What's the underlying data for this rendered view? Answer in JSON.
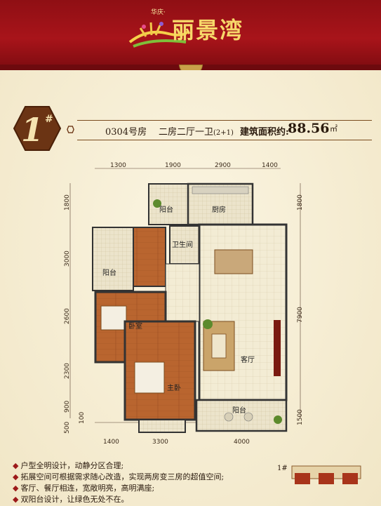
{
  "header": {
    "brand_small": "华庆·",
    "brand_title": "丽景湾"
  },
  "unit": {
    "badge_number": "1",
    "badge_hash": "#",
    "room_no": "0304号房",
    "layout": "二房二厅一卫",
    "layout_note": "(2+1)",
    "area_label": "建筑面积约:",
    "area_value": "88.56",
    "area_unit": "㎡"
  },
  "dimensions": {
    "top": [
      "1300",
      "1900",
      "2900",
      "1400"
    ],
    "bottom": [
      "1400",
      "3300",
      "4000"
    ],
    "left": [
      "1800",
      "3000",
      "2600",
      "2300",
      "900",
      "500"
    ],
    "left_extra": "100",
    "right": [
      "1800",
      "7900",
      "1500"
    ]
  },
  "rooms": {
    "balcony_top": "阳台",
    "kitchen": "厨房",
    "bathroom": "卫生间",
    "balcony_left": "阳台",
    "bedroom": "卧室",
    "master_bedroom": "主卧",
    "living_room": "客厅",
    "balcony_bottom": "阳台"
  },
  "features": [
    "户型全明设计，动静分区合理;",
    "拓展空间可根据需求随心改造，实现两房变三房的超值空间;",
    "客厅、餐厅相连，宽敞明亮，高明满座;",
    "双阳台设计，让绿色无处不在。"
  ],
  "keyplan": {
    "label": "1#"
  },
  "colors": {
    "banner_red": "#a8141a",
    "badge_brown": "#6b3414",
    "floor_wood": "#b9652f",
    "floor_tile": "#f3ecd4"
  }
}
